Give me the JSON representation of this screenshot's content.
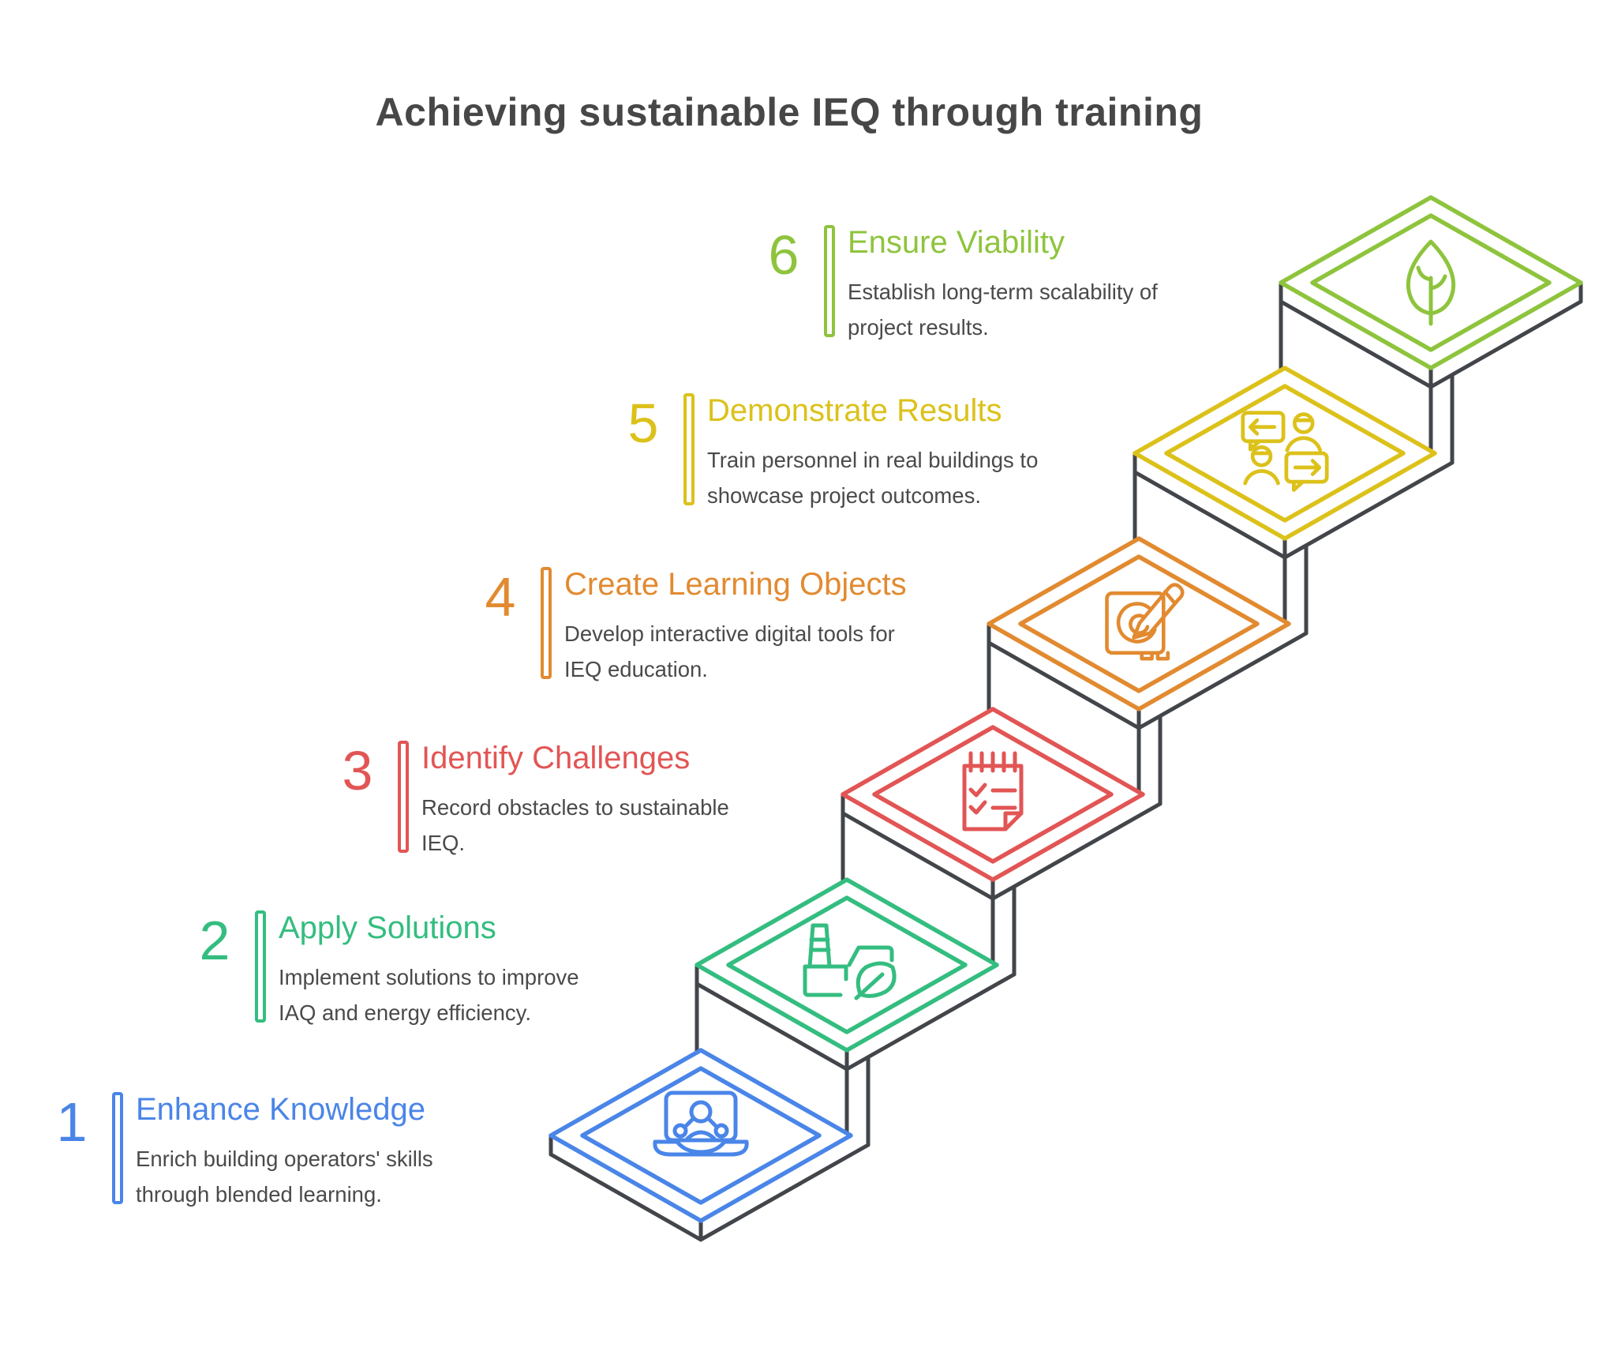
{
  "title": "Achieving sustainable IEQ through training",
  "steps": [
    {
      "number": "1",
      "label": "Enhance Knowledge",
      "desc_line1": "Enrich building operators' skills",
      "desc_line2": "through blended learning.",
      "color": "#4a85e8",
      "icon": "laptop-learning-icon"
    },
    {
      "number": "2",
      "label": "Apply Solutions",
      "desc_line1": "Implement solutions to improve",
      "desc_line2": "IAQ and energy efficiency.",
      "color": "#34bd80",
      "icon": "eco-factory-icon"
    },
    {
      "number": "3",
      "label": "Identify Challenges",
      "desc_line1": "Record obstacles to sustainable",
      "desc_line2": "IEQ.",
      "color": "#e25555",
      "icon": "checklist-notepad-icon"
    },
    {
      "number": "4",
      "label": "Create Learning Objects",
      "desc_line1": "Develop interactive digital tools for",
      "desc_line2": "IEQ education.",
      "color": "#e28a30",
      "icon": "digital-drawing-icon"
    },
    {
      "number": "5",
      "label": "Demonstrate Results",
      "desc_line1": "Train personnel in real buildings to",
      "desc_line2": "showcase project outcomes.",
      "color": "#dcc11a",
      "icon": "discussion-icon"
    },
    {
      "number": "6",
      "label": "Ensure Viability",
      "desc_line1": "Establish long-term scalability of",
      "desc_line2": "project results.",
      "color": "#8ec43d",
      "icon": "leaf-icon"
    }
  ],
  "colors": {
    "outline": "#42464a",
    "body_text": "#4a4a4a",
    "title_text": "#474747",
    "background": "#ffffff"
  }
}
